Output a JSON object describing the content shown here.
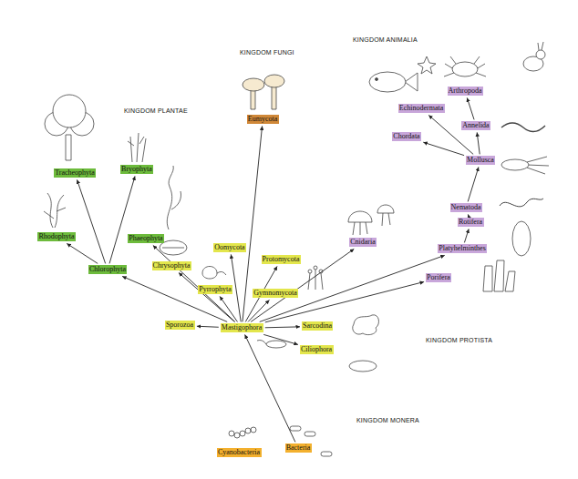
{
  "diagram": {
    "nodes": [
      {
        "text": [
          "KINGDOM PLANTAE"
        ]
      },
      {
        "text": [
          "Tracheophyta"
        ],
        "in": 0
      },
      {
        "text": [
          "Bryophyta"
        ],
        "in": 0
      },
      {
        "text": [
          "Rhodophyta"
        ],
        "in": 0
      },
      {
        "text": [
          "Phaeophyta"
        ],
        "in": 0
      },
      {
        "text": [
          "Chlorophyta"
        ],
        "in": 0
      },
      {
        "text": [
          "KINGDOM FUNGI"
        ]
      },
      {
        "text": [
          "Eumycota"
        ],
        "in": 6
      },
      {
        "text": [
          "KINGDOM ANIMALIA"
        ]
      },
      {
        "text": [
          "Arthropoda"
        ],
        "in": 8
      },
      {
        "text": [
          "Echinodermata"
        ],
        "in": 8
      },
      {
        "text": [
          "Annelida"
        ],
        "in": 8
      },
      {
        "text": [
          "Chordata"
        ],
        "in": 8
      },
      {
        "text": [
          "Mollusca"
        ],
        "in": 8
      },
      {
        "text": [
          "Nematoda"
        ],
        "in": 8
      },
      {
        "text": [
          "Rotifera"
        ],
        "in": 8
      },
      {
        "text": [
          "Platyhelminthes"
        ],
        "in": 8
      },
      {
        "text": [
          "Cnidaria"
        ],
        "in": 8
      },
      {
        "text": [
          "Porifera"
        ],
        "in": 8
      },
      {
        "text": [
          "KINGDOM PROTISTA"
        ]
      },
      {
        "text": [
          "Oomycota"
        ],
        "in": 19
      },
      {
        "text": [
          "Protomycota"
        ],
        "in": 19
      },
      {
        "text": [
          "Chrysophyta"
        ],
        "in": 19
      },
      {
        "text": [
          "Pyrrophyta"
        ],
        "in": 19
      },
      {
        "text": [
          "Gymnomycota"
        ],
        "in": 19
      },
      {
        "text": [
          "Sporozoa"
        ],
        "in": 19
      },
      {
        "text": [
          "Mastigophora"
        ],
        "in": 19
      },
      {
        "text": [
          "Sarcodina"
        ],
        "in": 19
      },
      {
        "text": [
          "Ciliophora"
        ],
        "in": 19
      },
      {
        "text": [
          "KINGDOM MONERA"
        ]
      },
      {
        "text": [
          "Cyanobacteria"
        ],
        "in": 29
      },
      {
        "text": [
          "Bacteria"
        ],
        "in": 29
      }
    ],
    "edges": [
      {
        "from": 31,
        "to": 26,
        "arrow": "to"
      },
      {
        "from": 26,
        "to": 25,
        "arrow": "to"
      },
      {
        "from": 26,
        "to": 27,
        "arrow": "to"
      },
      {
        "from": 26,
        "to": 28,
        "arrow": "to"
      },
      {
        "from": 26,
        "to": 22,
        "arrow": "to"
      },
      {
        "from": 26,
        "to": 23,
        "arrow": "to"
      },
      {
        "from": 26,
        "to": 20,
        "arrow": "to"
      },
      {
        "from": 26,
        "to": 21,
        "arrow": "to"
      },
      {
        "from": 26,
        "to": 24,
        "arrow": "to"
      },
      {
        "from": 26,
        "to": 5,
        "arrow": "to"
      },
      {
        "from": 26,
        "to": 4,
        "arrow": "to"
      },
      {
        "from": 26,
        "to": 7,
        "arrow": "to"
      },
      {
        "from": 26,
        "to": 17,
        "arrow": "to"
      },
      {
        "from": 26,
        "to": 18,
        "arrow": "to"
      },
      {
        "from": 26,
        "to": 16,
        "arrow": "to"
      },
      {
        "from": 16,
        "to": 15,
        "arrow": "to"
      },
      {
        "from": 15,
        "to": 14,
        "arrow": "to"
      },
      {
        "from": 14,
        "to": 13,
        "arrow": "to"
      },
      {
        "from": 13,
        "to": 11,
        "arrow": "to"
      },
      {
        "from": 11,
        "to": 9,
        "arrow": "to"
      },
      {
        "from": 13,
        "to": 12,
        "arrow": "to"
      },
      {
        "from": 13,
        "to": 10,
        "arrow": "to"
      },
      {
        "from": 5,
        "to": 1,
        "arrow": "to"
      },
      {
        "from": 5,
        "to": 2,
        "arrow": "to"
      },
      {
        "from": 5,
        "to": 3,
        "arrow": "to"
      }
    ]
  }
}
